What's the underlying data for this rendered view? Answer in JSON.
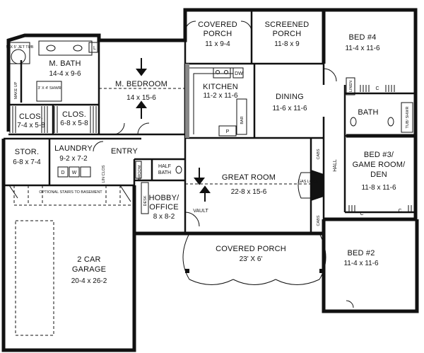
{
  "rooms": {
    "covered_porch_top": {
      "name_line1": "COVERED",
      "name_line2": "PORCH",
      "dims": "11 x 9-4"
    },
    "screened_porch": {
      "name_line1": "SCREENED",
      "name_line2": "PORCH",
      "dims": "11-8 x 9"
    },
    "bed4": {
      "name": "BED #4",
      "dims": "11-4 x 11-6"
    },
    "m_bath": {
      "name": "M. BATH",
      "dims": "14-4 x 9-6"
    },
    "m_bedroom": {
      "name": "M. BEDROOM",
      "dims": "14 x 15-6"
    },
    "kitchen": {
      "name": "KITCHEN",
      "dims": "11-2 x 11-6"
    },
    "dining": {
      "name": "DINING",
      "dims": "11-6 x 11-6"
    },
    "clos_left": {
      "name": "CLOS.",
      "dims": "7-4 x 5-8"
    },
    "clos_right": {
      "name": "CLOS.",
      "dims": "6-8 x 5-8"
    },
    "bath": {
      "name": "BATH"
    },
    "stor": {
      "name": "STOR.",
      "dims": "6-8 x 7-4"
    },
    "laundry": {
      "name": "LAUNDRY",
      "dims": "9-2 x 7-2"
    },
    "entry": {
      "name": "ENTRY"
    },
    "bed3": {
      "name_line1": "BED #3/",
      "name_line2": "GAME ROOM/",
      "name_line3": "DEN",
      "dims": "11-8 x 11-6"
    },
    "half_bath": {
      "name_line1": "HALF",
      "name_line2": "BATH"
    },
    "great_room": {
      "name": "GREAT ROOM",
      "dims": "22-8 x 15-6"
    },
    "hobby_office": {
      "name_line1": "HOBBY/",
      "name_line2": "OFFICE",
      "dims": "8 x 8-2"
    },
    "garage": {
      "name_line1": "2 CAR",
      "name_line2": "GARAGE",
      "dims": "20-4 x 26-2"
    },
    "covered_porch_front": {
      "name": "COVERED PORCH",
      "dims": "23' X 6'"
    },
    "bed2": {
      "name": "BED #2",
      "dims": "11-4 x 11-6"
    }
  },
  "labels": {
    "jet_tub": "5' X 5' JET TUB",
    "shower_master": "3' X 4' SHWR",
    "make_up": "MAKE UP",
    "dw": "DW",
    "bar": "BAR",
    "pantry": "P",
    "linen": "LINEN",
    "closet_c": "C",
    "tub_shower": "TUB/ SHWR",
    "hall": "HALL",
    "cabs": "CABS",
    "gas_logs": "GAS LOGS",
    "vault": "VAULT",
    "broom": "BROOM",
    "desk": "DESK",
    "linen_closet": "LIN CLOS",
    "optional_stairs": "OPTIONAL STAIRS TO BASEMENT",
    "laundry_d": "D",
    "laundry_w": "W",
    "laundry_l": "L"
  }
}
